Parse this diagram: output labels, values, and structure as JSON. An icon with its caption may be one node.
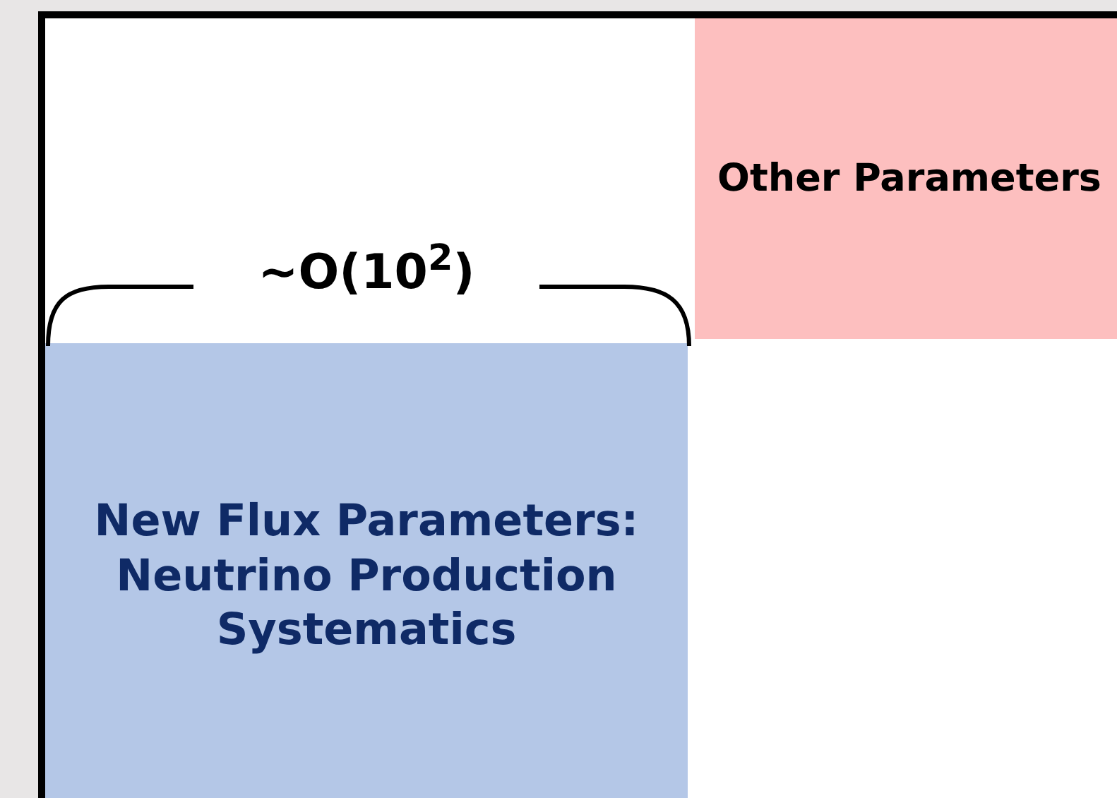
{
  "diagram": {
    "nodes": [
      {
        "text": [
          "Other Parameters"
        ]
      },
      {
        "text": [
          "New Flux Parameters: Neutrino Production Systematics"
        ]
      }
    ],
    "labels": [
      "~O(10$^{2}$)"
    ]
  }
}
